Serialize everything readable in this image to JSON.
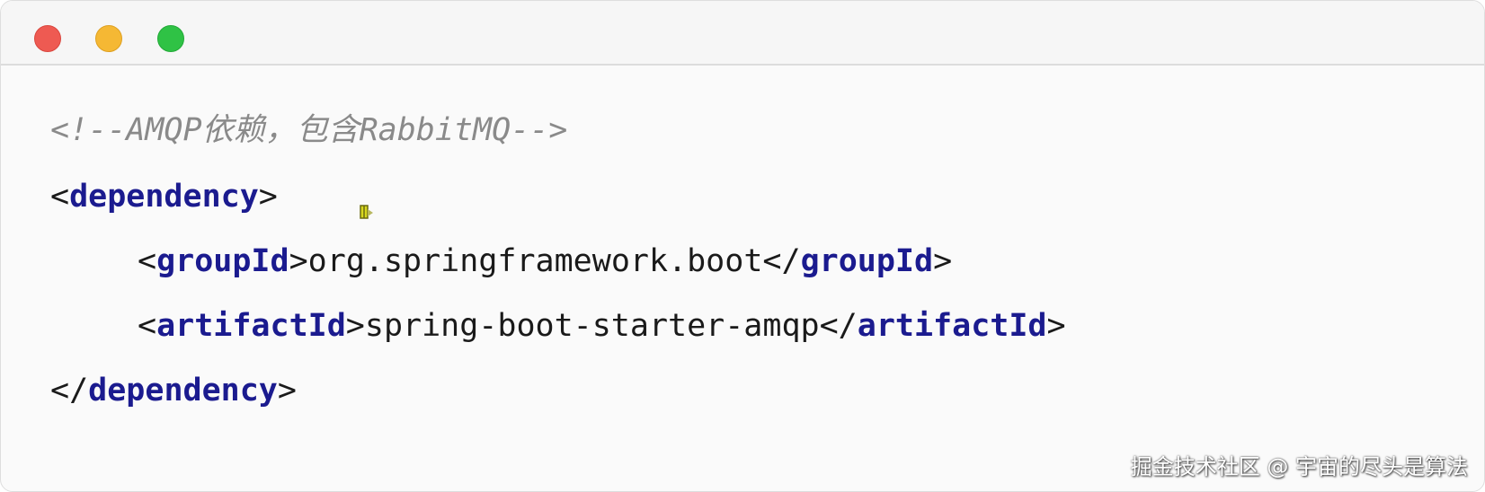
{
  "window": {
    "controls": {
      "close_color": "#ee5a52",
      "minimize_color": "#f5b834",
      "maximize_color": "#2fc245"
    }
  },
  "code": {
    "comment": "<!--AMQP依赖，包含RabbitMQ-->",
    "lt": "<",
    "gt": ">",
    "lt_slash": "</",
    "dependency_tag": "dependency",
    "groupId_tag": "groupId",
    "groupId_value": "org.springframework.boot",
    "artifactId_tag": "artifactId",
    "artifactId_value": "spring-boot-starter-amqp"
  },
  "watermark": {
    "text": "掘金技术社区 @ 宇宙的尽头是算法"
  },
  "colors": {
    "tag": "#1b1b8f",
    "comment": "#8a8a8a",
    "text": "#1a1a1a"
  }
}
